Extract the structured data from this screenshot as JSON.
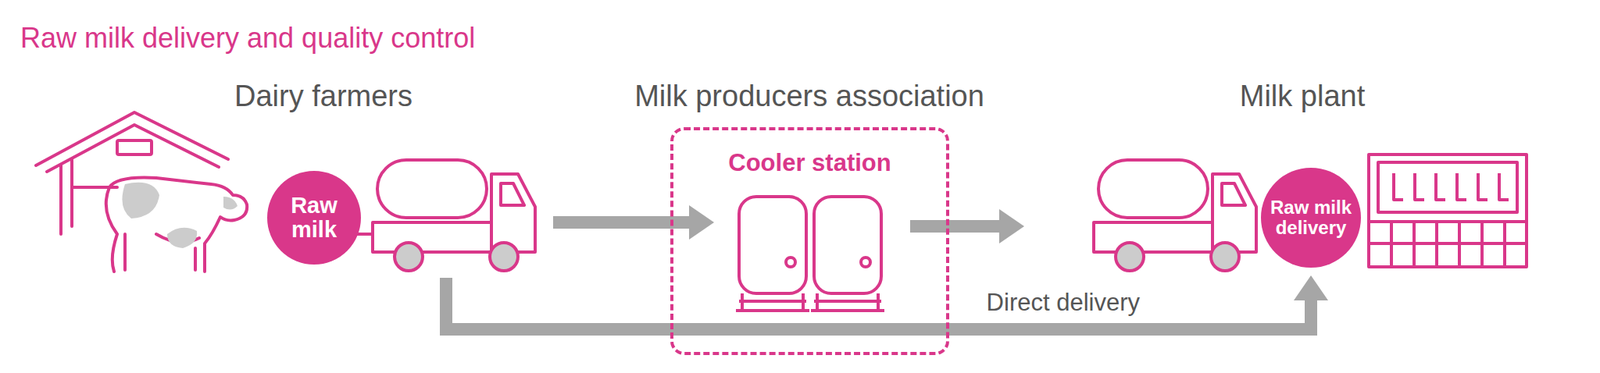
{
  "diagram": {
    "title": "Raw milk delivery and quality control",
    "nodes": [
      {
        "text": [
          "Raw milk"
        ]
      },
      {
        "text": [
          "Cooler station"
        ]
      },
      {
        "text": [
          "Raw milk delivery"
        ]
      }
    ],
    "edges": [
      {
        "from": 0,
        "to": 1,
        "arrow": "to"
      },
      {
        "from": 1,
        "to": 2,
        "arrow": "to"
      },
      {
        "from": 0,
        "to": 2,
        "label": "Direct delivery",
        "arrow": "to"
      }
    ],
    "labels": [
      "Dairy farmers",
      "Milk producers association",
      "Milk plant"
    ]
  }
}
